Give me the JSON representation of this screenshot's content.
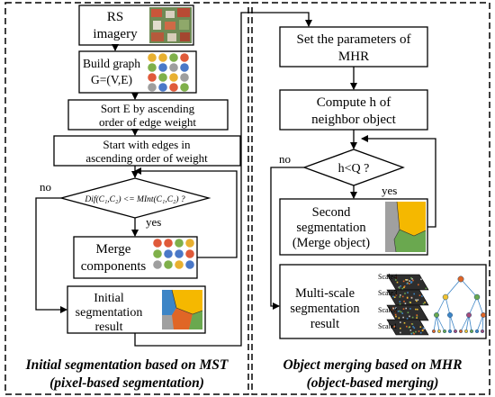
{
  "left_panel": {
    "caption_line1": "Initial segmentation based on MST",
    "caption_line2": "(pixel-based segmentation)",
    "rs_imagery": [
      "RS",
      "imagery"
    ],
    "build_graph": [
      "Build graph",
      "G=(V,E)"
    ],
    "sort_edges": [
      "Sort E by ascending",
      "order of  edge weight"
    ],
    "start_edges": [
      "Start with edges in",
      "ascending order of weight"
    ],
    "decision": "Dif(C₁,C₂) <= MInt(C₁,C₂) ?",
    "no_label": "no",
    "yes_label": "yes",
    "merge_components": [
      "Merge",
      "components"
    ],
    "initial_result": [
      "Initial",
      "segmentation",
      "result"
    ]
  },
  "right_panel": {
    "caption_line1": "Object merging based on MHR",
    "caption_line2": "(object-based merging)",
    "set_params": [
      "Set the parameters of",
      "MHR"
    ],
    "compute_h": [
      "Compute h of",
      "neighbor object"
    ],
    "decision": "h<Q ?",
    "no_label": "no",
    "yes_label": "yes",
    "second_seg": [
      "Second",
      "segmentation",
      "(Merge object)"
    ],
    "multiscale": [
      "Multi-scale",
      "segmentation",
      "result"
    ],
    "scales": [
      "Scale4",
      "Scale3",
      "Scale2",
      "Scale1"
    ]
  },
  "colors": {
    "dot_palette": [
      "#e8b030",
      "#7fb04a",
      "#e05a3a",
      "#4a78c8",
      "#9e9e9e"
    ],
    "region_yellow": "#f5b800",
    "region_green": "#6aa84f",
    "region_blue": "#3d85c6",
    "region_orange": "#e06626",
    "region_gray": "#a0a0a0",
    "tree_node_colors": [
      "#e06626",
      "#f1c232",
      "#6aa84f",
      "#3d85c6",
      "#a64d79"
    ]
  }
}
